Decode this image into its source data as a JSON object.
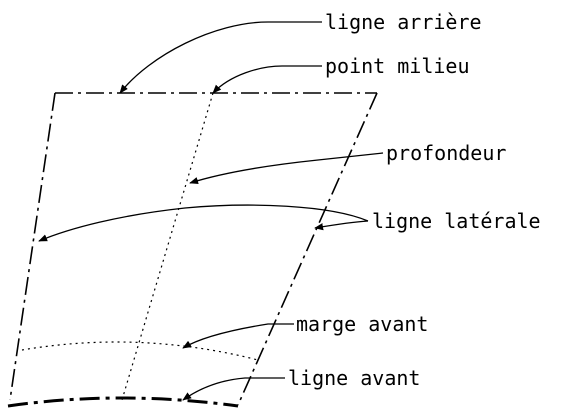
{
  "labels": {
    "back_line": "ligne arrière",
    "midpoint": "point milieu",
    "depth": "profondeur",
    "side_line": "ligne latérale",
    "front_margin": "marge avant",
    "front_line": "ligne avant"
  },
  "colors": {
    "line": "#000000",
    "background": "#ffffff"
  }
}
